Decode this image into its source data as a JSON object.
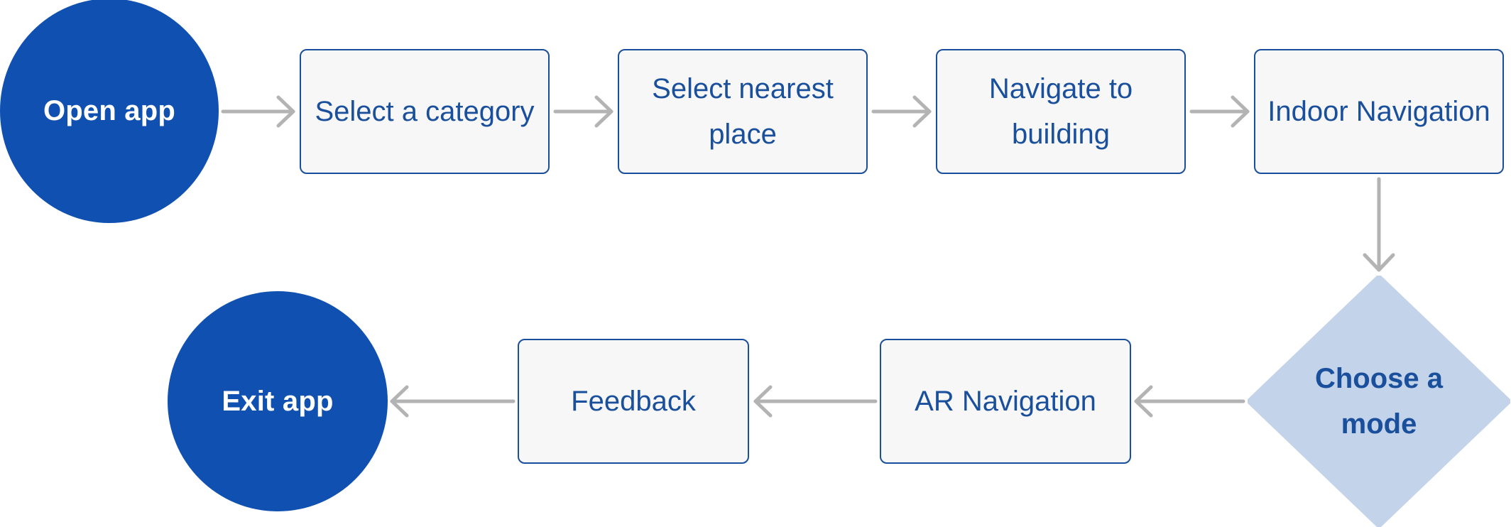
{
  "colors": {
    "terminal_fill": "#1050b0",
    "terminal_text": "#ffffff",
    "process_fill": "#f7f7f7",
    "process_border": "#1a4f9c",
    "process_text": "#1a4f9c",
    "decision_fill": "#c3d3ea",
    "arrow": "#b3b3b3"
  },
  "flow": {
    "start": "Open app",
    "step1": "Select a category",
    "step2": "Select nearest place",
    "step3": "Navigate to building",
    "step4": "Indoor Navigation",
    "decision": "Choose a mode",
    "step5": "AR Navigation",
    "step6": "Feedback",
    "end": "Exit app"
  }
}
